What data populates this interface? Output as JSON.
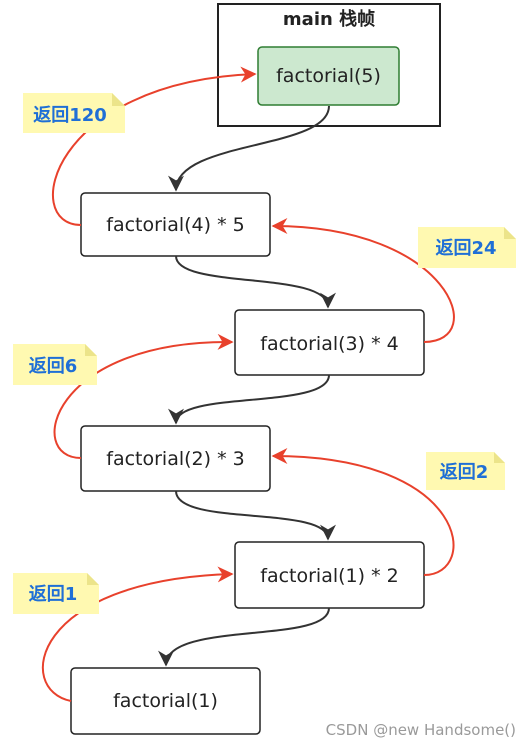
{
  "frame": {
    "title": "main 栈帧"
  },
  "nodes": [
    {
      "label": "factorial(5)",
      "highlight": true
    },
    {
      "label": "factorial(4) * 5"
    },
    {
      "label": "factorial(3) * 4"
    },
    {
      "label": "factorial(2) * 3"
    },
    {
      "label": "factorial(1) * 2"
    },
    {
      "label": "factorial(1)"
    }
  ],
  "returns": [
    {
      "label": "返回120"
    },
    {
      "label": "返回24"
    },
    {
      "label": "返回6"
    },
    {
      "label": "返回2"
    },
    {
      "label": "返回1"
    }
  ],
  "watermark": "CSDN @new Handsome()",
  "colors": {
    "call_arrow": "#333333",
    "return_arrow": "#e8412c",
    "note_fill": "#fff9b1",
    "note_text": "#1f6fd6",
    "highlight_fill": "#cce8cf",
    "highlight_stroke": "#2f7d32",
    "box_stroke": "#222222"
  }
}
